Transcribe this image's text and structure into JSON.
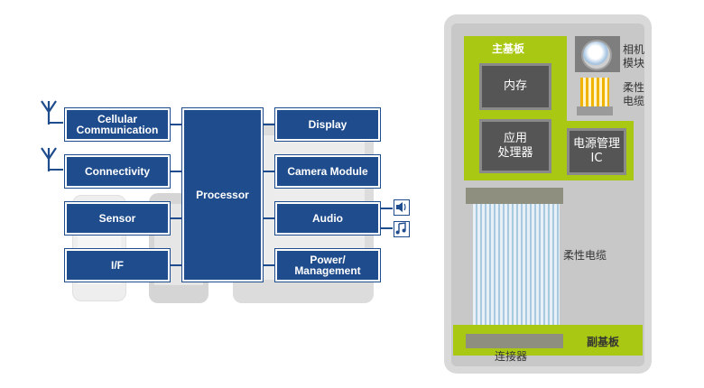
{
  "block_diagram": {
    "cellular": "Cellular\nCommunication",
    "connectivity": "Connectivity",
    "sensor": "Sensor",
    "interface": "I/F",
    "processor": "Processor",
    "display": "Display",
    "camera_module": "Camera Module",
    "audio": "Audio",
    "power": "Power/\nManagement",
    "colors": {
      "block": "#1f4c8c",
      "wire": "#1f4c8c"
    }
  },
  "hardware": {
    "main_board": "主基板",
    "memory": "内存",
    "app_processor": "应用\n处理器",
    "power_ic": "电源管理\nIC",
    "camera_module": "相机\n模块",
    "flex_cable_small": "柔性\n电缆",
    "flex_cable": "柔性电缆",
    "sub_board": "副基板",
    "connector": "连接器",
    "colors": {
      "board": "#a8c814",
      "chip": "#555555",
      "chassis": "#d9d9d9"
    }
  },
  "icons": [
    "antenna-icon",
    "antenna-icon",
    "speaker-icon",
    "music-note-icon"
  ]
}
